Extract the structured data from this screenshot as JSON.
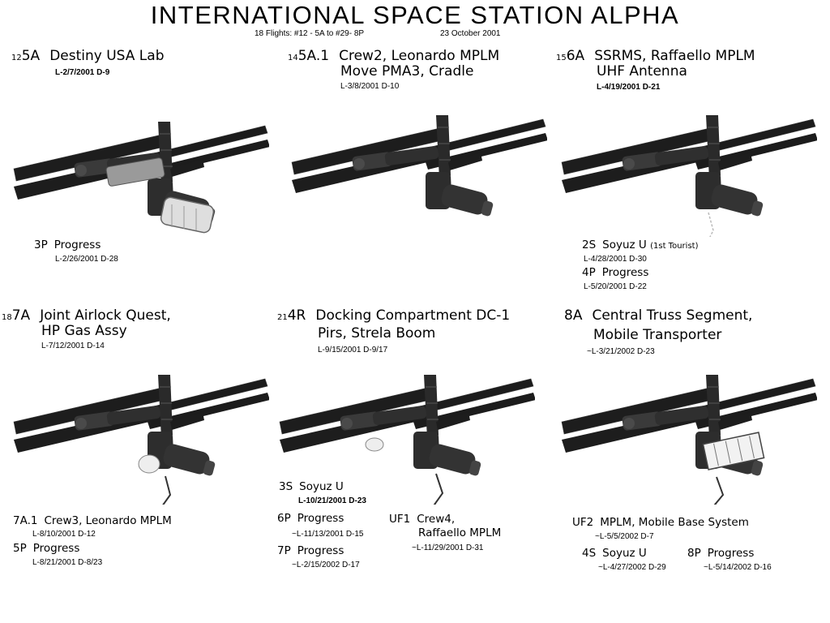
{
  "title": "INTERNATIONAL  SPACE  STATION  ALPHA",
  "subtitle_flights": "18 Flights:  #12 - 5A to #29- 8P",
  "subtitle_date": "23 October 2001",
  "panels": [
    {
      "num": "12",
      "code": "5A",
      "title": "Destiny USA Lab",
      "launch": "L-2/7/2001  D-9",
      "events": [
        {
          "code": "3P",
          "label": "Progress",
          "launch": "L-2/26/2001  D-28"
        }
      ]
    },
    {
      "num": "14",
      "code": "5A.1",
      "title": "Crew2, Leonardo MPLM",
      "title2": "Move PMA3, Cradle",
      "launch": "L-3/8/2001  D-10"
    },
    {
      "num": "15",
      "code": "6A",
      "title": "SSRMS, Raffaello MPLM",
      "title2": "UHF Antenna",
      "launch": "L-4/19/2001 D-21",
      "events": [
        {
          "code": "2S",
          "label": "Soyuz U",
          "note": "(1st Tourist)",
          "launch": "L-4/28/2001  D-30"
        },
        {
          "code": "4P",
          "label": "Progress",
          "launch": "L-5/20/2001  D-22"
        }
      ]
    },
    {
      "num": "18",
      "code": "7A",
      "title": "Joint Airlock Quest,",
      "title2": "HP Gas Assy",
      "launch": "L-7/12/2001  D-14",
      "events": [
        {
          "code": "7A.1",
          "label": "Crew3, Leonardo MPLM",
          "launch": "L-8/10/2001 D-12"
        },
        {
          "code": "5P",
          "label": "Progress",
          "launch": "L-8/21/2001 D-8/23"
        }
      ]
    },
    {
      "num": "21",
      "code": "4R",
      "title": "Docking Compartment DC-1",
      "title2": "Pirs, Strela Boom",
      "launch": "L-9/15/2001 D-9/17",
      "events": [
        {
          "code": "3S",
          "label": "Soyuz U",
          "launch": "L-10/21/2001  D-23"
        },
        {
          "code": "6P",
          "label": "Progress",
          "launch": "~L-11/13/2001 D-15"
        },
        {
          "code": "7P",
          "label": "Progress",
          "launch": "~L-2/15/2002 D-17"
        },
        {
          "code": "UF1",
          "label": "Crew4,",
          "label2": "Raffaello MPLM",
          "launch": "~L-11/29/2001  D-31"
        }
      ]
    },
    {
      "num": "",
      "code": "8A",
      "title": "Central Truss Segment,",
      "title2": "Mobile Transporter",
      "launch": "~L-3/21/2002  D-23",
      "events": [
        {
          "code": "UF2",
          "label": "MPLM, Mobile Base System",
          "launch": "~L-5/5/2002  D-7"
        },
        {
          "code": "4S",
          "label": "Soyuz U",
          "launch": "~L-4/27/2002 D-29"
        },
        {
          "code": "8P",
          "label": "Progress",
          "launch": "~L-5/14/2002 D-16"
        }
      ]
    }
  ]
}
